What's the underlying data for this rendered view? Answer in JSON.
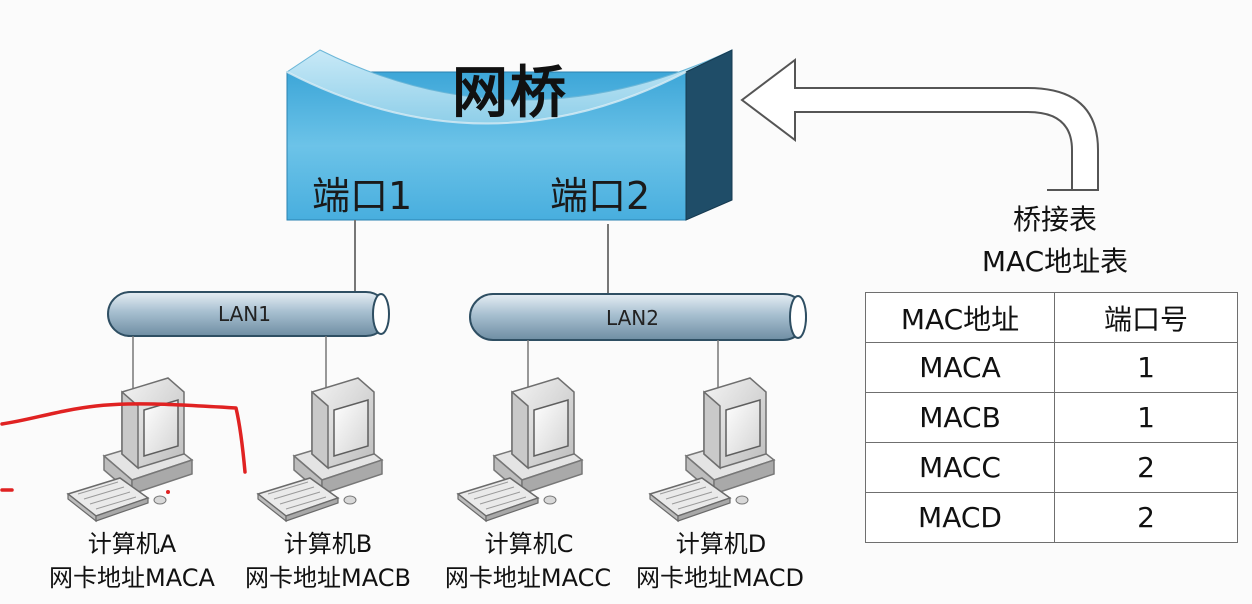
{
  "bridge": {
    "title": "网桥",
    "ports": [
      {
        "label": "端口1"
      },
      {
        "label": "端口2"
      }
    ]
  },
  "lans": [
    {
      "label": "LAN1"
    },
    {
      "label": "LAN2"
    }
  ],
  "computers": [
    {
      "name": "计算机A",
      "mac": "网卡地址MACA"
    },
    {
      "name": "计算机B",
      "mac": "网卡地址MACB"
    },
    {
      "name": "计算机C",
      "mac": "网卡地址MACC"
    },
    {
      "name": "计算机D",
      "mac": "网卡地址MACD"
    }
  ],
  "table": {
    "caption_line1": "桥接表",
    "caption_line2": "MAC地址表",
    "headers": [
      "MAC地址",
      "端口号"
    ],
    "rows": [
      [
        "MACA",
        "1"
      ],
      [
        "MACB",
        "1"
      ],
      [
        "MACC",
        "2"
      ],
      [
        "MACD",
        "2"
      ]
    ]
  },
  "colors": {
    "bridge_front": "#4fb3df",
    "bridge_top": "#9fd6ee",
    "bridge_side": "#1e4a64",
    "bus": "#a9c2d3",
    "annotation": "#e02020"
  }
}
